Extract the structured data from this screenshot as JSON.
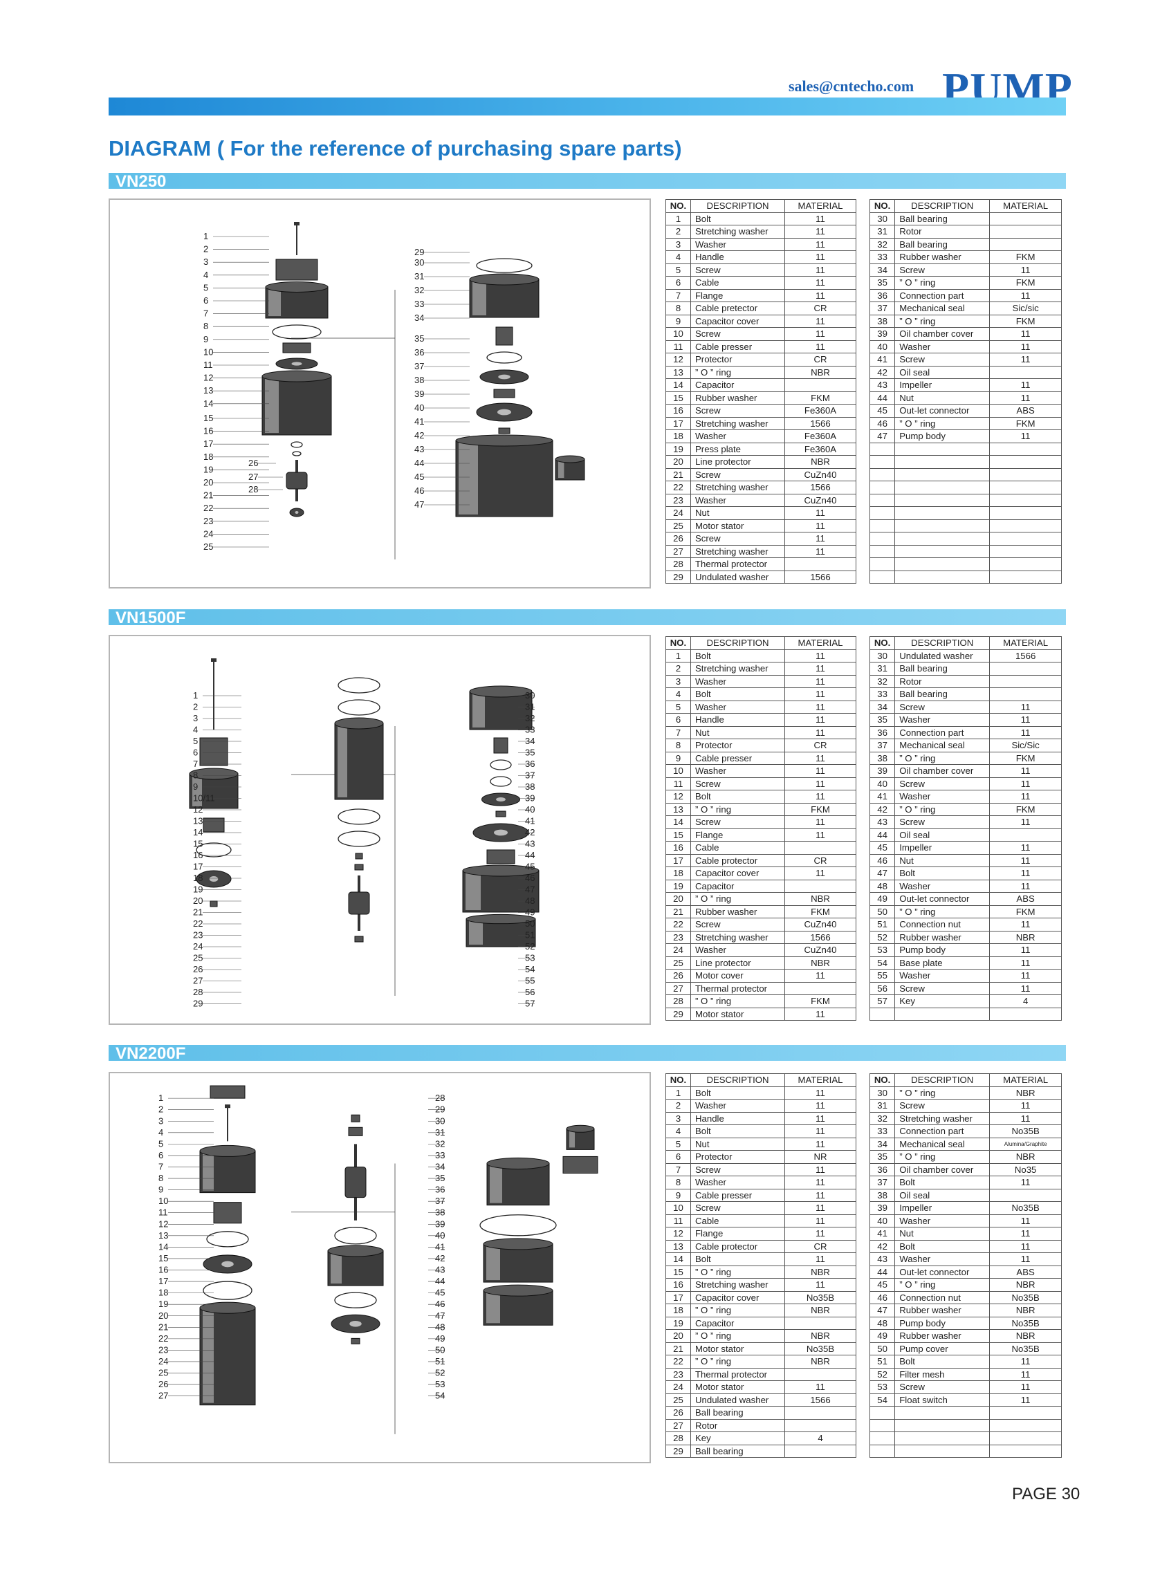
{
  "header": {
    "email": "sales@cntecho.com",
    "logo": "PUMP"
  },
  "title": "DIAGRAM ( For the reference of purchasing spare parts)",
  "page": "PAGE 30",
  "columns": {
    "no": "NO.",
    "description": "DESCRIPTION",
    "material": "MATERIAL"
  },
  "sections": [
    {
      "name": "VN250",
      "labels": [
        "1",
        "2",
        "3",
        "4",
        "5",
        "6",
        "7",
        "8",
        "9",
        "10",
        "11",
        "12",
        "13",
        "14",
        "15",
        "16",
        "17",
        "18",
        "19",
        "20",
        "21",
        "22",
        "23",
        "24",
        "25",
        "26",
        "27",
        "28",
        "29",
        "30",
        "31",
        "32",
        "33",
        "34",
        "35",
        "36",
        "37",
        "38",
        "39",
        "40",
        "41",
        "42",
        "43",
        "44",
        "45",
        "46",
        "47"
      ],
      "left": [
        [
          "1",
          "Bolt",
          "11"
        ],
        [
          "2",
          "Stretching washer",
          "11"
        ],
        [
          "3",
          "Washer",
          "11"
        ],
        [
          "4",
          "Handle",
          "11"
        ],
        [
          "5",
          "Screw",
          "11"
        ],
        [
          "6",
          "Cable",
          "11"
        ],
        [
          "7",
          "Flange",
          "11"
        ],
        [
          "8",
          "Cable pretector",
          "CR"
        ],
        [
          "9",
          "Capacitor cover",
          "11"
        ],
        [
          "10",
          "Screw",
          "11"
        ],
        [
          "11",
          "Cable presser",
          "11"
        ],
        [
          "12",
          "Protector",
          "CR"
        ],
        [
          "13",
          "” O ” ring",
          "NBR"
        ],
        [
          "14",
          "Capacitor",
          ""
        ],
        [
          "15",
          "Rubber washer",
          "FKM"
        ],
        [
          "16",
          "Screw",
          "Fe360A"
        ],
        [
          "17",
          "Stretching washer",
          "1566"
        ],
        [
          "18",
          "Washer",
          "Fe360A"
        ],
        [
          "19",
          "Press plate",
          "Fe360A"
        ],
        [
          "20",
          "Line protector",
          "NBR"
        ],
        [
          "21",
          "Screw",
          "CuZn40"
        ],
        [
          "22",
          "Stretching washer",
          "1566"
        ],
        [
          "23",
          "Washer",
          "CuZn40"
        ],
        [
          "24",
          "Nut",
          "11"
        ],
        [
          "25",
          "Motor stator",
          "11"
        ],
        [
          "26",
          "Screw",
          "11"
        ],
        [
          "27",
          "Stretching washer",
          "11"
        ],
        [
          "28",
          "Thermal protector",
          ""
        ],
        [
          "29",
          "Undulated washer",
          "1566"
        ]
      ],
      "right": [
        [
          "30",
          "Ball bearing",
          ""
        ],
        [
          "31",
          "Rotor",
          ""
        ],
        [
          "32",
          "Ball bearing",
          ""
        ],
        [
          "33",
          "Rubber washer",
          "FKM"
        ],
        [
          "34",
          "Screw",
          "11"
        ],
        [
          "35",
          "” O ” ring",
          "FKM"
        ],
        [
          "36",
          "Connection part",
          "11"
        ],
        [
          "37",
          "Mechanical seal",
          "Sic/sic"
        ],
        [
          "38",
          "” O ” ring",
          "FKM"
        ],
        [
          "39",
          "Oil chamber cover",
          "11"
        ],
        [
          "40",
          "Washer",
          "11"
        ],
        [
          "41",
          "Screw",
          "11"
        ],
        [
          "42",
          "Oil seal",
          ""
        ],
        [
          "43",
          "Impeller",
          "11"
        ],
        [
          "44",
          "Nut",
          "11"
        ],
        [
          "45",
          "Out-let connector",
          "ABS"
        ],
        [
          "46",
          "” O ” ring",
          "FKM"
        ],
        [
          "47",
          "Pump body",
          "11"
        ]
      ]
    },
    {
      "name": "VN1500F",
      "labels": [
        "1",
        "2",
        "3",
        "4",
        "5",
        "6",
        "7",
        "8",
        "9",
        "10/11",
        "12",
        "13",
        "14",
        "15",
        "16",
        "17",
        "18",
        "19",
        "20",
        "21",
        "22",
        "23",
        "24",
        "25",
        "26",
        "27",
        "28",
        "29",
        "30",
        "31",
        "32",
        "33",
        "34",
        "35",
        "36",
        "37",
        "38",
        "39",
        "40",
        "41",
        "42",
        "43",
        "44",
        "45",
        "46",
        "47",
        "48",
        "49",
        "50",
        "51",
        "52",
        "53",
        "54",
        "55",
        "56",
        "57"
      ],
      "left": [
        [
          "1",
          "Bolt",
          "11"
        ],
        [
          "2",
          "Stretching washer",
          "11"
        ],
        [
          "3",
          "Washer",
          "11"
        ],
        [
          "4",
          "Bolt",
          "11"
        ],
        [
          "5",
          "Washer",
          "11"
        ],
        [
          "6",
          "Handle",
          "11"
        ],
        [
          "7",
          "Nut",
          "11"
        ],
        [
          "8",
          "Protector",
          "CR"
        ],
        [
          "9",
          "Cable presser",
          "11"
        ],
        [
          "10",
          "Washer",
          "11"
        ],
        [
          "11",
          "Screw",
          "11"
        ],
        [
          "12",
          "Bolt",
          "11"
        ],
        [
          "13",
          "” O ” ring",
          "FKM"
        ],
        [
          "14",
          "Screw",
          "11"
        ],
        [
          "15",
          "Flange",
          "11"
        ],
        [
          "16",
          "Cable",
          ""
        ],
        [
          "17",
          "Cable protector",
          "CR"
        ],
        [
          "18",
          "Capacitor cover",
          "11"
        ],
        [
          "19",
          "Capacitor",
          ""
        ],
        [
          "20",
          "” O ” ring",
          "NBR"
        ],
        [
          "21",
          "Rubber washer",
          "FKM"
        ],
        [
          "22",
          "Screw",
          "CuZn40"
        ],
        [
          "23",
          "Stretching washer",
          "1566"
        ],
        [
          "24",
          "Washer",
          "CuZn40"
        ],
        [
          "25",
          "Line protector",
          "NBR"
        ],
        [
          "26",
          "Motor cover",
          "11"
        ],
        [
          "27",
          "Thermal protector",
          ""
        ],
        [
          "28",
          "” O ” ring",
          "FKM"
        ],
        [
          "29",
          "Motor stator",
          "11"
        ]
      ],
      "right": [
        [
          "30",
          "Undulated washer",
          "1566"
        ],
        [
          "31",
          "Ball bearing",
          ""
        ],
        [
          "32",
          "Rotor",
          ""
        ],
        [
          "33",
          "Ball bearing",
          ""
        ],
        [
          "34",
          "Screw",
          "11"
        ],
        [
          "35",
          "Washer",
          "11"
        ],
        [
          "36",
          "Connection part",
          "11"
        ],
        [
          "37",
          "Mechanical seal",
          "Sic/Sic"
        ],
        [
          "38",
          "” O ” ring",
          "FKM"
        ],
        [
          "39",
          "Oil chamber cover",
          "11"
        ],
        [
          "40",
          "Screw",
          "11"
        ],
        [
          "41",
          "Washer",
          "11"
        ],
        [
          "42",
          "” O ” ring",
          "FKM"
        ],
        [
          "43",
          "Screw",
          "11"
        ],
        [
          "44",
          "Oil seal",
          ""
        ],
        [
          "45",
          "Impeller",
          "11"
        ],
        [
          "46",
          "Nut",
          "11"
        ],
        [
          "47",
          "Bolt",
          "11"
        ],
        [
          "48",
          "Washer",
          "11"
        ],
        [
          "49",
          "Out-let connector",
          "ABS"
        ],
        [
          "50",
          "” O ” ring",
          "FKM"
        ],
        [
          "51",
          "Connection nut",
          "11"
        ],
        [
          "52",
          "Rubber washer",
          "NBR"
        ],
        [
          "53",
          "Pump body",
          "11"
        ],
        [
          "54",
          "Base plate",
          "11"
        ],
        [
          "55",
          "Washer",
          "11"
        ],
        [
          "56",
          "Screw",
          "11"
        ],
        [
          "57",
          "Key",
          "4"
        ]
      ]
    },
    {
      "name": "VN2200F",
      "labels": [
        "1",
        "2",
        "3",
        "4",
        "5",
        "6",
        "7",
        "8",
        "9",
        "10",
        "11",
        "12",
        "13",
        "14",
        "15",
        "16",
        "17",
        "18",
        "19",
        "20",
        "21",
        "22",
        "23",
        "24",
        "25",
        "26",
        "27",
        "28",
        "29",
        "30",
        "31",
        "32",
        "33",
        "34",
        "35",
        "36",
        "37",
        "38",
        "39",
        "40",
        "41",
        "42",
        "43",
        "44",
        "45",
        "46",
        "47",
        "48",
        "49",
        "50",
        "51",
        "52",
        "53",
        "54"
      ],
      "left": [
        [
          "1",
          "Bolt",
          "11"
        ],
        [
          "2",
          "Washer",
          "11"
        ],
        [
          "3",
          "Handle",
          "11"
        ],
        [
          "4",
          "Bolt",
          "11"
        ],
        [
          "5",
          "Nut",
          "11"
        ],
        [
          "6",
          "Protector",
          "NR"
        ],
        [
          "7",
          "Screw",
          "11"
        ],
        [
          "8",
          "Washer",
          "11"
        ],
        [
          "9",
          "Cable presser",
          "11"
        ],
        [
          "10",
          "Screw",
          "11"
        ],
        [
          "11",
          "Cable",
          "11"
        ],
        [
          "12",
          "Flange",
          "11"
        ],
        [
          "13",
          "Cable protector",
          "CR"
        ],
        [
          "14",
          "Bolt",
          "11"
        ],
        [
          "15",
          "” O ” ring",
          "NBR"
        ],
        [
          "16",
          "Stretching washer",
          "11"
        ],
        [
          "17",
          "Capacitor cover",
          "No35B"
        ],
        [
          "18",
          "” O ” ring",
          "NBR"
        ],
        [
          "19",
          "Capacitor",
          ""
        ],
        [
          "20",
          "” O ” ring",
          "NBR"
        ],
        [
          "21",
          "Motor stator",
          "No35B"
        ],
        [
          "22",
          "” O ” ring",
          "NBR"
        ],
        [
          "23",
          "Thermal protector",
          ""
        ],
        [
          "24",
          "Motor stator",
          "11"
        ],
        [
          "25",
          "Undulated washer",
          "1566"
        ],
        [
          "26",
          "Ball bearing",
          ""
        ],
        [
          "27",
          "Rotor",
          ""
        ],
        [
          "28",
          "Key",
          "4"
        ],
        [
          "29",
          "Ball bearing",
          ""
        ]
      ],
      "right": [
        [
          "30",
          "” O ” ring",
          "NBR"
        ],
        [
          "31",
          "Screw",
          "11"
        ],
        [
          "32",
          "Stretching washer",
          "11"
        ],
        [
          "33",
          "Connection part",
          "No35B"
        ],
        [
          "34",
          "Mechanical seal",
          "Alumina/Graphite"
        ],
        [
          "35",
          "” O ” ring",
          "NBR"
        ],
        [
          "36",
          "Oil chamber cover",
          "No35"
        ],
        [
          "37",
          "Bolt",
          "11"
        ],
        [
          "38",
          "Oil seal",
          ""
        ],
        [
          "39",
          "Impeller",
          "No35B"
        ],
        [
          "40",
          "Washer",
          "11"
        ],
        [
          "41",
          "Nut",
          "11"
        ],
        [
          "42",
          "Bolt",
          "11"
        ],
        [
          "43",
          "Washer",
          "11"
        ],
        [
          "44",
          "Out-let connector",
          "ABS"
        ],
        [
          "45",
          "” O ” ring",
          "NBR"
        ],
        [
          "46",
          "Connection nut",
          "No35B"
        ],
        [
          "47",
          "Rubber washer",
          "NBR"
        ],
        [
          "48",
          "Pump body",
          "No35B"
        ],
        [
          "49",
          "Rubber washer",
          "NBR"
        ],
        [
          "50",
          "Pump cover",
          "No35B"
        ],
        [
          "51",
          "Bolt",
          "11"
        ],
        [
          "52",
          "Filter mesh",
          "11"
        ],
        [
          "53",
          "Screw",
          "11"
        ],
        [
          "54",
          "Float switch",
          "11"
        ]
      ]
    }
  ]
}
